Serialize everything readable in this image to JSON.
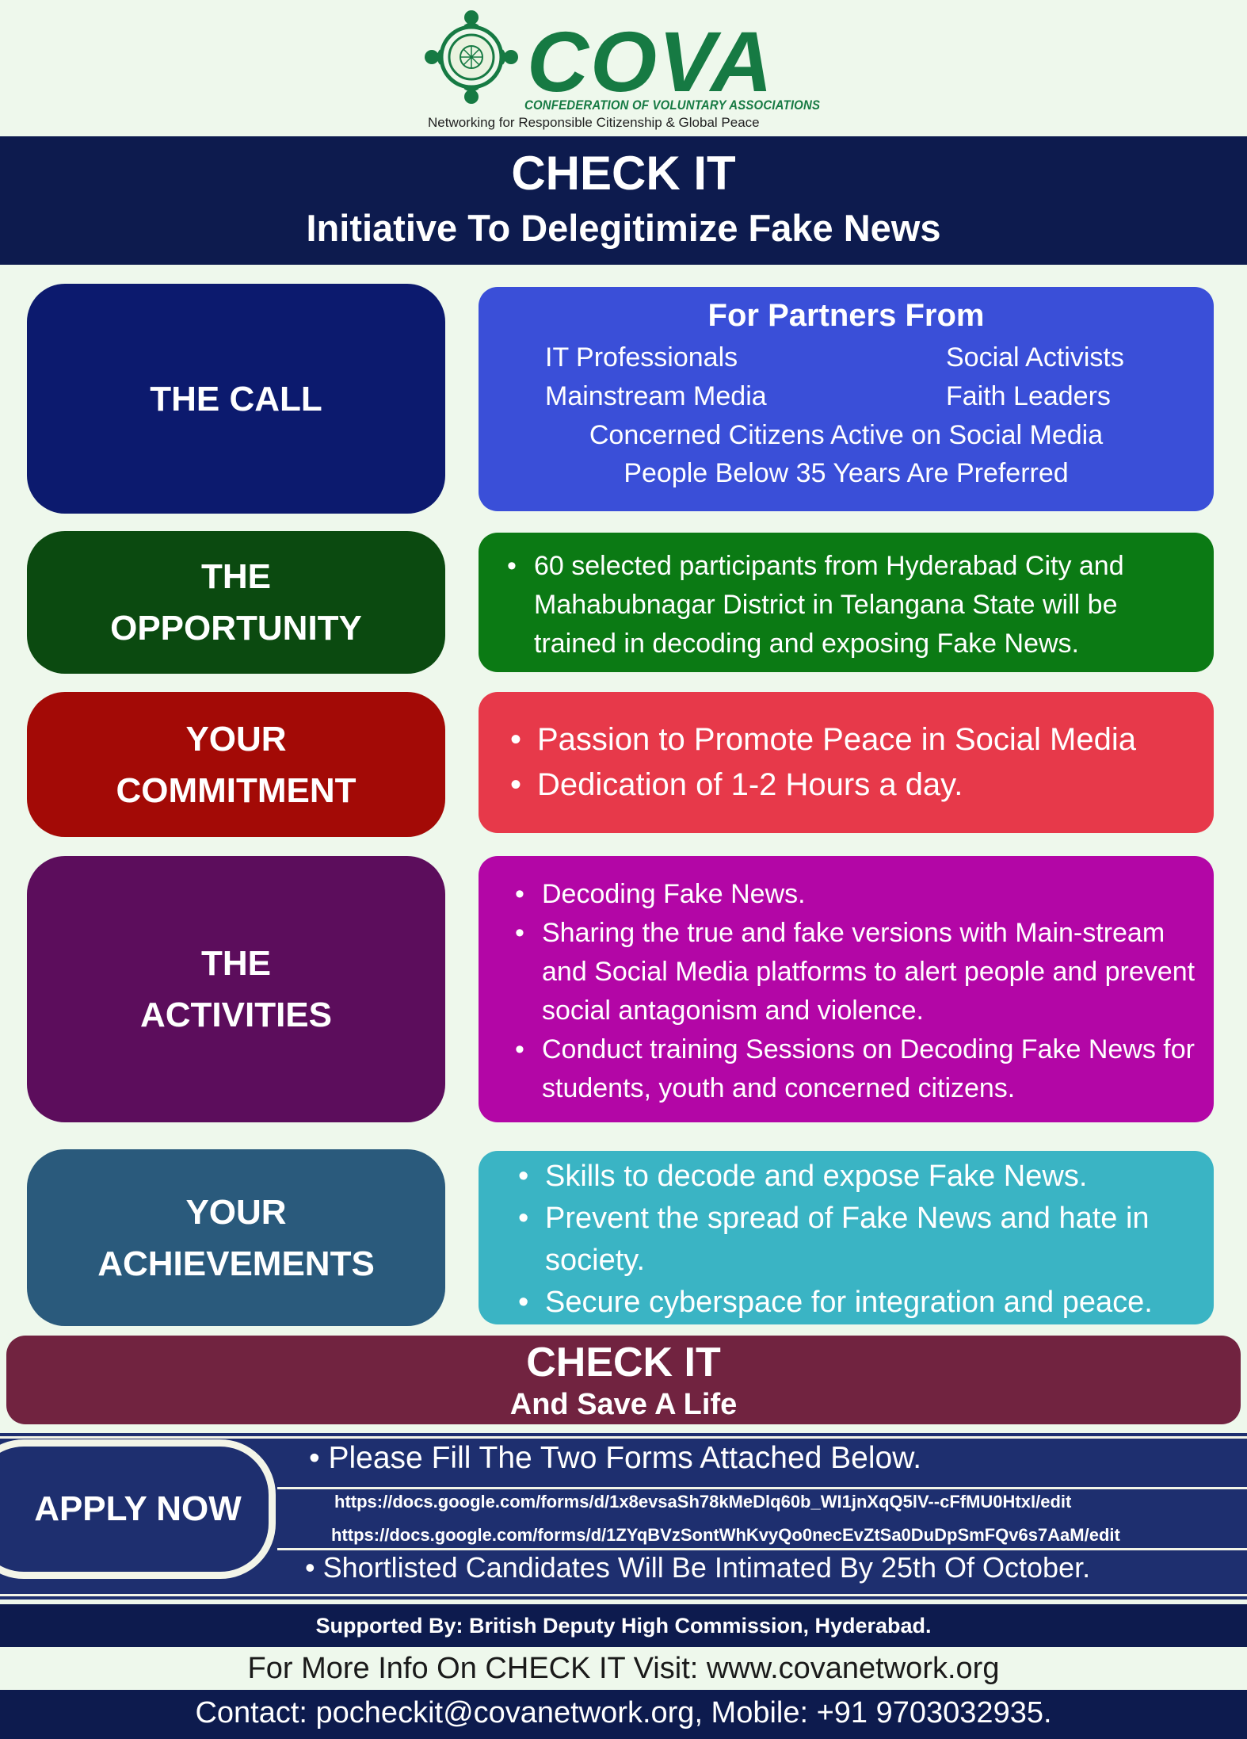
{
  "logo": {
    "name": "COVA",
    "full_name": "CONFEDERATION OF VOLUNTARY ASSOCIATIONS",
    "tagline": "Networking for Responsible Citizenship & Global Peace"
  },
  "title": {
    "main": "CHECK IT",
    "sub": "Initiative To Delegitimize Fake News"
  },
  "call": {
    "label": "THE CALL",
    "heading": "For Partners From",
    "items": [
      "IT Professionals",
      "Social Activists",
      "Mainstream Media",
      "Faith Leaders"
    ],
    "line1": "Concerned Citizens Active on Social Media",
    "line2": "People Below 35 Years Are Preferred"
  },
  "opportunity": {
    "label_line1": "THE",
    "label_line2": "OPPORTUNITY",
    "bullets": [
      "60 selected participants from Hyderabad City and Mahabubnagar District in Telangana State will be trained in decoding and exposing Fake News."
    ]
  },
  "commitment": {
    "label_line1": "YOUR",
    "label_line2": "COMMITMENT",
    "bullets": [
      "Passion to Promote Peace in Social Media",
      "Dedication of 1-2 Hours a day."
    ]
  },
  "activities": {
    "label_line1": "THE",
    "label_line2": "ACTIVITIES",
    "bullets": [
      "Decoding Fake News.",
      "Sharing the true and fake versions with  Main-stream and Social Media platforms to alert people and prevent social antagonism and violence.",
      "Conduct training Sessions on Decoding Fake News for students, youth and concerned citizens."
    ]
  },
  "achievements": {
    "label_line1": "YOUR",
    "label_line2": "ACHIEVEMENTS",
    "bullets": [
      "Skills to decode and expose Fake News.",
      "Prevent the spread of Fake News and hate in society.",
      "Secure cyberspace for integration and peace."
    ]
  },
  "save": {
    "main": "CHECK IT",
    "sub": "And Save A Life"
  },
  "apply": {
    "label": "APPLY NOW",
    "bullet1": "Please Fill The Two Forms Attached Below.",
    "link1": "https://docs.google.com/forms/d/1x8evsaSh78kMeDlq60b_WI1jnXqQ5lV--cFfMU0HtxI/edit",
    "link2": "https://docs.google.com/forms/d/1ZYqBVzSontWhKvyQo0necEvZtSa0DuDpSmFQv6s7AaM/edit",
    "bullet2": "Shortlisted Candidates  Will Be Intimated By 25th Of October."
  },
  "footer": {
    "support": "Supported By:  British Deputy High Commission, Hyderabad.",
    "info": "For More Info On CHECK IT Visit: www.covanetwork.org",
    "contact": "Contact: pocheckit@covanetwork.org, Mobile: +91 9703032935."
  },
  "colors": {
    "navy": "#0d1b4e",
    "brand_green": "#167a43",
    "call": "#3a4fd8",
    "opportunity": "#0b7a14",
    "commitment": "#e7394a",
    "activities": "#b306a6",
    "achievements": "#3ab4c4",
    "save": "#712340"
  },
  "icons": [
    "cova-emblem-icon"
  ]
}
